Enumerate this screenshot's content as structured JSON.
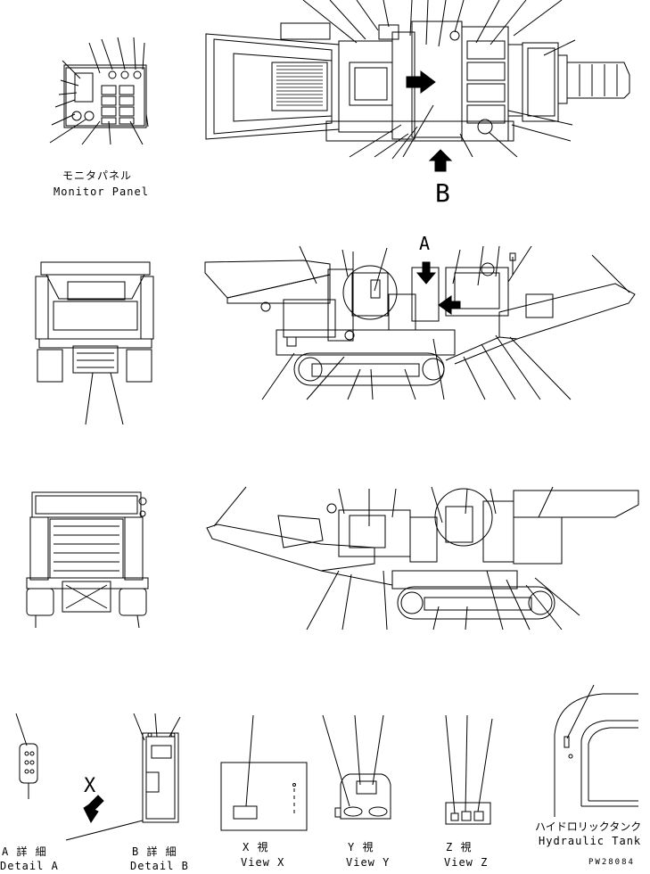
{
  "labels": {
    "monitor_panel_jp": "モニタパネル",
    "monitor_panel_en": "Monitor Panel",
    "view_b_letter": "B",
    "view_a_letter": "A",
    "view_x_letter": "X",
    "detail_a_jp": "A 詳 細",
    "detail_a_en": "Detail A",
    "detail_b_jp": "B 詳 細",
    "detail_b_en": "Detail B",
    "view_x_jp": "X 視",
    "view_x_en": "View X",
    "view_y_jp": "Y 視",
    "view_y_en": "View Y",
    "view_z_jp": "Z 視",
    "view_z_en": "View Z",
    "hyd_tank_jp": "ハイドロリックタンク",
    "hyd_tank_en": "Hydraulic Tank",
    "drawing_code": "PW28084"
  }
}
